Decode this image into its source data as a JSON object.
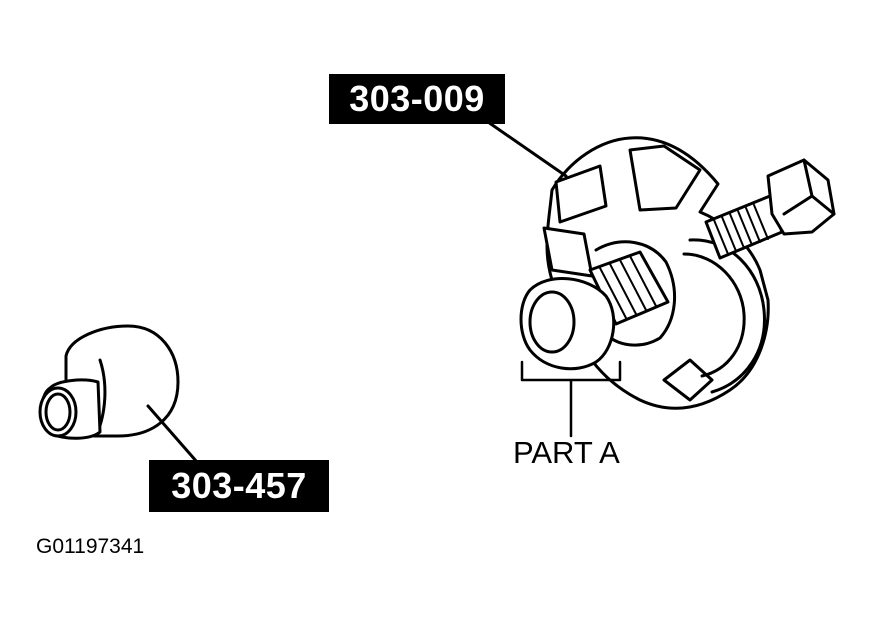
{
  "labels": {
    "tool_puller": "303-009",
    "tool_installer": "303-457",
    "part_a": "PART A"
  },
  "figure_id": "G01197341",
  "colors": {
    "ink": "#000000",
    "paper": "#ffffff"
  }
}
